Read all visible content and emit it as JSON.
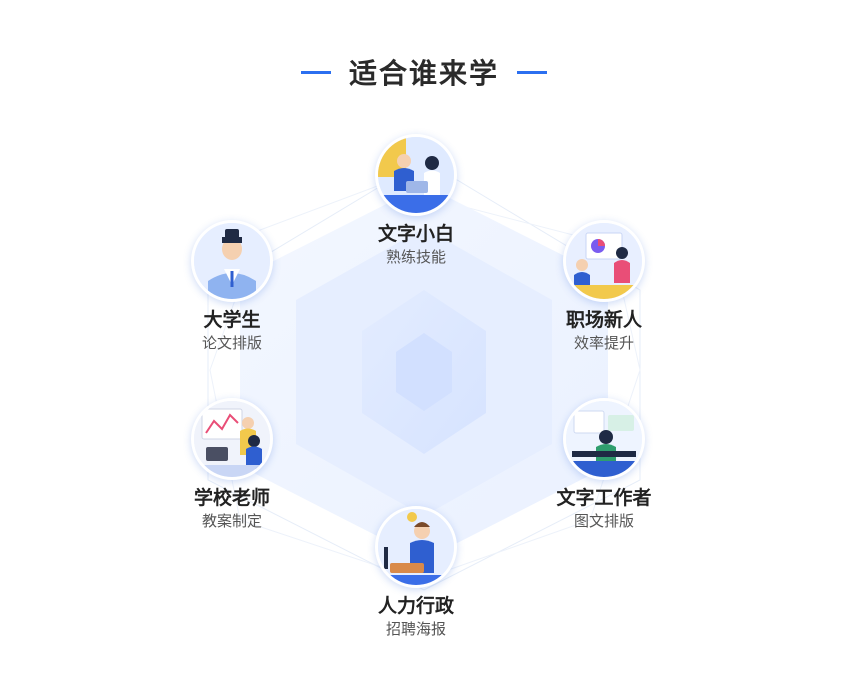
{
  "header": {
    "title": "适合谁来学",
    "accent_color": "#2b6ff0"
  },
  "audiences": [
    {
      "key": "beginner",
      "name": "文字小白",
      "desc": "熟练技能",
      "icon": "office-workers-illustration"
    },
    {
      "key": "newcomer",
      "name": "职场新人",
      "desc": "效率提升",
      "icon": "presentation-illustration"
    },
    {
      "key": "writer",
      "name": "文字工作者",
      "desc": "图文排版",
      "icon": "writer-desk-illustration"
    },
    {
      "key": "hr",
      "name": "人力行政",
      "desc": "招聘海报",
      "icon": "hr-speaker-illustration"
    },
    {
      "key": "teacher",
      "name": "学校老师",
      "desc": "教案制定",
      "icon": "teacher-chart-illustration"
    },
    {
      "key": "student",
      "name": "大学生",
      "desc": "论文排版",
      "icon": "student-portrait-illustration"
    }
  ]
}
